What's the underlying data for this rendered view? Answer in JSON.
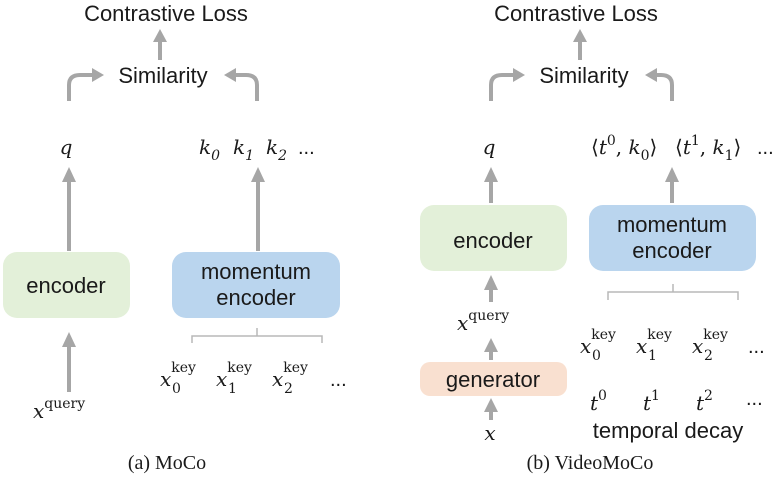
{
  "left_panel": {
    "loss_label": "Contrastive Loss",
    "similarity_label": "Similarity",
    "q_label": "q",
    "keys": [
      "k",
      "k",
      "k"
    ],
    "key_subscripts": [
      "0",
      "1",
      "2"
    ],
    "keys_ellipsis": "...",
    "encoder_label": "encoder",
    "momentum_encoder_line1": "momentum",
    "momentum_encoder_line2": "encoder",
    "xkey_base": "x",
    "xkey_sup": "key",
    "xkey_subscripts": [
      "0",
      "1",
      "2"
    ],
    "xkey_ellipsis": "...",
    "input_base": "x",
    "input_sup": "query",
    "caption": "(a) MoCo"
  },
  "right_panel": {
    "loss_label": "Contrastive Loss",
    "similarity_label": "Similarity",
    "q_label": "q",
    "pair_t": "t",
    "pair_k": "k",
    "pair_indices": [
      "0",
      "1"
    ],
    "pairs_ellipsis": "...",
    "encoder_label": "encoder",
    "momentum_encoder_line1": "momentum",
    "momentum_encoder_line2": "encoder",
    "query_base": "x",
    "query_sup": "query",
    "generator_label": "generator",
    "input_label": "x",
    "xkey_base": "x",
    "xkey_sup": "key",
    "xkey_subscripts": [
      "0",
      "1",
      "2"
    ],
    "xkey_ellipsis": "...",
    "t_base": "t",
    "t_sups": [
      "0",
      "1",
      "2"
    ],
    "t_ellipsis": "...",
    "decay_label": "temporal decay",
    "caption": "(b) VideoMoCo"
  },
  "colors": {
    "encoder_fill": "#e3f0d9",
    "momentum_fill": "#bad5ee",
    "generator_fill": "#f9e0d0",
    "arrow": "#a6a6a6"
  }
}
